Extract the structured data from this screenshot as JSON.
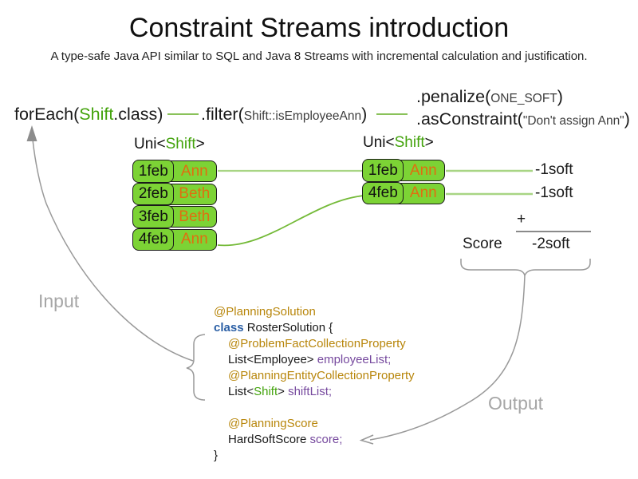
{
  "title": "Constraint Streams introduction",
  "subtitle": "A type-safe Java API similar to SQL and Java 8 Streams with incremental calculation and justification.",
  "flow": {
    "foreach_pre": "forEach(",
    "foreach_type": "Shift",
    "foreach_post": ".class)",
    "filter_pre": ".filter(",
    "filter_type": "Shift",
    "filter_arg": "::isEmployeeAnn",
    "filter_close": ")",
    "penalize_pre": ".penalize(",
    "penalize_arg": "ONE_SOFT",
    "penalize_close": ")",
    "asconstraint_pre": ".asConstraint(",
    "asconstraint_arg": "\"Don't assign Ann\"",
    "asconstraint_close": ")"
  },
  "left_stream": {
    "label_pre": "Uni<",
    "label_type": "Shift",
    "label_post": ">",
    "rows": [
      {
        "date": "1feb",
        "name": "Ann"
      },
      {
        "date": "2feb",
        "name": "Beth"
      },
      {
        "date": "3feb",
        "name": "Beth"
      },
      {
        "date": "4feb",
        "name": "Ann"
      }
    ]
  },
  "right_stream": {
    "label_pre": "Uni<",
    "label_type": "Shift",
    "label_post": ">",
    "rows": [
      {
        "date": "1feb",
        "name": "Ann"
      },
      {
        "date": "4feb",
        "name": "Ann"
      }
    ]
  },
  "scores": {
    "penalties": [
      "-1soft",
      "-1soft"
    ],
    "plus": "+",
    "score_label": "Score",
    "total": "-2soft"
  },
  "labels": {
    "input": "Input",
    "output": "Output"
  },
  "code": {
    "lines": [
      {
        "indent": 0,
        "segments": [
          {
            "text": "@PlanningSolution",
            "style": "ann"
          }
        ]
      },
      {
        "indent": 0,
        "segments": [
          {
            "text": "class",
            "style": "kw"
          },
          {
            "text": " RosterSolution {",
            "style": "plain"
          }
        ]
      },
      {
        "indent": 1,
        "segments": [
          {
            "text": "@ProblemFactCollectionProperty",
            "style": "ann"
          }
        ]
      },
      {
        "indent": 1,
        "segments": [
          {
            "text": "List<Employee> ",
            "style": "plain"
          },
          {
            "text": "employeeList;",
            "style": "field"
          }
        ]
      },
      {
        "indent": 1,
        "segments": [
          {
            "text": "@PlanningEntityCollectionProperty",
            "style": "ann"
          }
        ]
      },
      {
        "indent": 1,
        "segments": [
          {
            "text": "List<",
            "style": "plain"
          },
          {
            "text": "Shift",
            "style": "type"
          },
          {
            "text": "> ",
            "style": "plain"
          },
          {
            "text": "shiftList;",
            "style": "field"
          }
        ]
      },
      {
        "indent": 1,
        "segments": []
      },
      {
        "indent": 1,
        "segments": [
          {
            "text": "@PlanningScore",
            "style": "ann"
          }
        ]
      },
      {
        "indent": 1,
        "segments": [
          {
            "text": "HardSoftScore ",
            "style": "plain"
          },
          {
            "text": "score;",
            "style": "field"
          }
        ]
      },
      {
        "indent": 0,
        "segments": [
          {
            "text": "}",
            "style": "plain"
          }
        ]
      }
    ]
  },
  "colors": {
    "cell_green": "#7cd335",
    "type_green": "#43a30c",
    "name_orange": "#e06e10",
    "connector_pale_green": "#a8d584",
    "connector_mid_green": "#74ba38",
    "annotation_gold": "#b8860b",
    "keyword_blue": "#2b5fa5",
    "field_purple": "#76499e",
    "gray_label": "#a6a6a6",
    "gray_line": "#999999"
  }
}
